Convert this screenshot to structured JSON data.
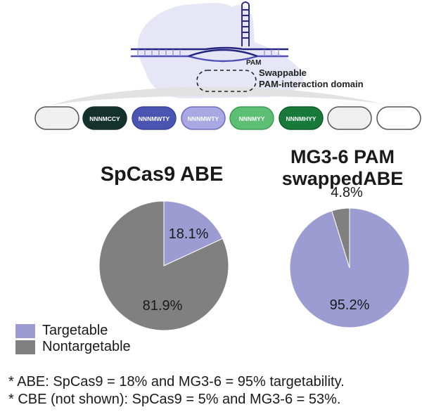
{
  "diagram": {
    "pam_label": "PAM",
    "domain_label_line1": "Swappable",
    "domain_label_line2": "PAM-interaction domain",
    "pills": [
      {
        "label": "",
        "fill": "#f0f0f0",
        "text": "#333333",
        "outline": "#555555"
      },
      {
        "label": "NNNMCCY",
        "fill": "#15312b",
        "text": "#ffffff",
        "outline": "#15312b"
      },
      {
        "label": "NNNMWTY",
        "fill": "#4a55b2",
        "text": "#ffffff",
        "outline": "#3a4499"
      },
      {
        "label": "NNNMWTY",
        "fill": "#a9a8e2",
        "text": "#ffffff",
        "outline": "#6d6cc0"
      },
      {
        "label": "NNNMYY",
        "fill": "#5dbf73",
        "text": "#ffffff",
        "outline": "#3f9a55"
      },
      {
        "label": "NNNMHYY",
        "fill": "#177a3b",
        "text": "#ffffff",
        "outline": "#0f5c2b"
      },
      {
        "label": "",
        "fill": "#efefef",
        "text": "#333333",
        "outline": "#555555"
      },
      {
        "label": "",
        "fill": "#ffffff",
        "text": "#333333",
        "outline": "#555555"
      }
    ]
  },
  "chart_data": [
    {
      "type": "pie",
      "title": "SpCas9 ABE",
      "slices": [
        {
          "label": "Targetable",
          "value": 18.1,
          "value_label": "18.1%",
          "color": "#9c9cd3"
        },
        {
          "label": "Nontargetable",
          "value": 81.9,
          "value_label": "81.9%",
          "color": "#808080"
        }
      ]
    },
    {
      "type": "pie",
      "title_line1": "MG3-6 PAM",
      "title_line2": "swappedABE",
      "slices": [
        {
          "label": "Targetable",
          "value": 95.2,
          "value_label": "95.2%",
          "color": "#9c9cd3"
        },
        {
          "label": "Nontargetable",
          "value": 4.8,
          "value_label": "4.8%",
          "color": "#808080"
        }
      ]
    }
  ],
  "legend": [
    {
      "label": "Targetable",
      "color": "#9c9cd3"
    },
    {
      "label": "Nontargetable",
      "color": "#808080"
    }
  ],
  "footnotes": [
    "* ABE: SpCas9 = 18% and MG3-6 = 95% targetability.",
    "* CBE (not shown): SpCas9 = 5% and MG3-6 = 53%."
  ]
}
